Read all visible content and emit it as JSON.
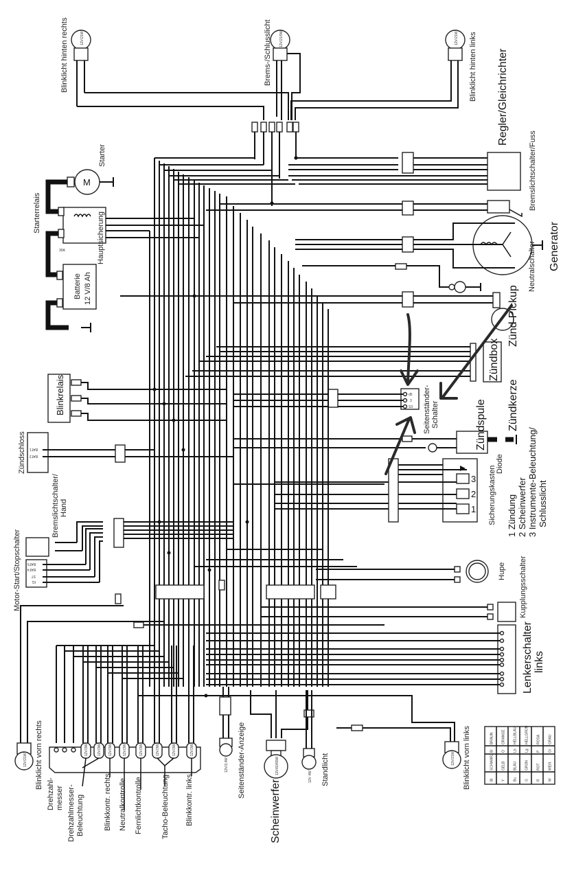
{
  "diagram": {
    "components": {
      "rear_right_indicator": "Blinklicht hinten rechts",
      "brake_tail_light": "Brems-/Schlusslicht",
      "rear_left_indicator": "Blinklicht hinten links",
      "regulator": "Regler/Gleichrichter",
      "brake_switch_foot": "Bremslichtschalter/Fuss",
      "generator": "Generator",
      "neutral_switch": "Neutralschalter",
      "ignition_pickup": "Zünd-Pickup",
      "ignition_box": "Zündbox",
      "sidestand_switch": "Seitenständer-\nSchalter",
      "ignition_coil": "Zündspule",
      "spark_plug": "Zündkerze",
      "diode": "Diode",
      "fuse_box": "Sicherungskasten",
      "horn": "Hupe",
      "clutch_switch": "Kupplungsschalter",
      "left_handlebar_switch": "Lenkerschalter links",
      "front_left_indicator": "Blinklicht vorn links",
      "starter": "Starter",
      "starter_motor_symbol": "M",
      "starter_relay": "Starterrelais",
      "main_fuse": "Hauptsicherung",
      "battery": "Batterie",
      "battery_spec": "12 V/8 Ah",
      "main_fuse_rating": "30A",
      "flasher_relay": "Blinkrelais",
      "ignition_lock": "Zündschloss",
      "brake_switch_hand": "Bremslichtschalter/\nHand",
      "start_stop_switch": "Motor-Start/Stopschalter",
      "front_right_indicator": "Blinklicht vorn rechts",
      "tachometer": "Drehzahl-\nmesser",
      "tachometer_light": "Drehzahlmesser-\nBeleuchtung",
      "turn_indicator_right": "Blinkkontr. rechts",
      "neutral_indicator": "Neutralkontrolle",
      "high_beam_indicator": "Fernlichtkontrolle",
      "speedo_light": "Tacho-Beleuchtung",
      "turn_indicator_left": "Blinkkontr. links",
      "sidestand_indicator": "Seitenständer-Anzeige",
      "headlight": "Scheinwerfer",
      "parking_light": "Standlicht"
    },
    "fuse_legend": [
      "1 Zündung",
      "2 Scheinwerfer",
      "3 Instrumente-Beleuchtung/",
      "Schlusslicht"
    ],
    "fuse_numbers": [
      "1",
      "2",
      "3"
    ],
    "ignition_lock_terminals": [
      "BAT1",
      "BAT2"
    ],
    "start_stop_terminals": [
      "BAT5",
      "BAT4",
      "ST",
      "IG"
    ],
    "sidestand_terminals": [
      "d5",
      "3",
      "S3"
    ],
    "bulb_ratings": {
      "indicator": "12V/21W",
      "brake_tail": "12V/21/5W",
      "headlight": "12V/60/55W",
      "parking": "12V 4W",
      "sidestand": "12V/3,4W",
      "instrument": "12V/3W"
    },
    "color_legend": {
      "rows": [
        {
          "code": "Bl",
          "name": "SCHWARZ",
          "code2": "Br",
          "name2": "BRAUN"
        },
        {
          "code": "Y",
          "name": "GELB",
          "code2": "O",
          "name2": "ORANGE"
        },
        {
          "code": "Bu",
          "name": "BLAU",
          "code2": "Lb",
          "name2": "HELLBLAU"
        },
        {
          "code": "G",
          "name": "GRÜN",
          "code2": "Lg",
          "name2": "HELLGRÜN"
        },
        {
          "code": "R",
          "name": "ROT",
          "code2": "P",
          "name2": "ROSA"
        },
        {
          "code": "W",
          "name": "WEIß",
          "code2": "Gr",
          "name2": "GRAU"
        }
      ]
    },
    "colors": {
      "ink": "#111111",
      "paper": "#ffffff",
      "annotation_pen": "#2a2a2a"
    }
  }
}
